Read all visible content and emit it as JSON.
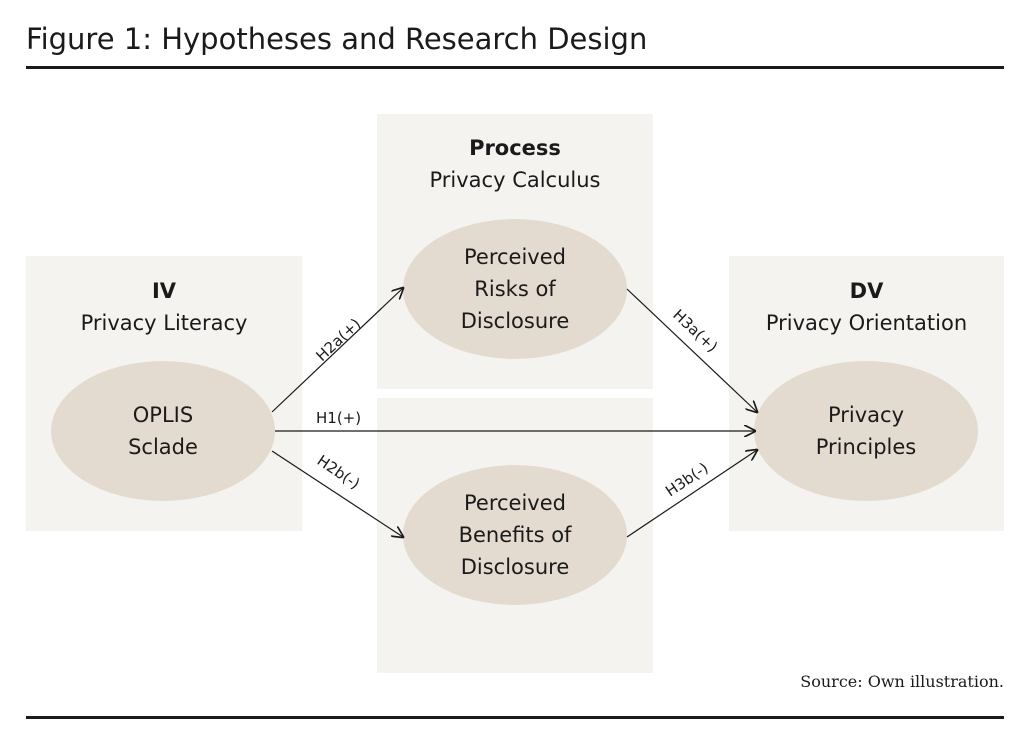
{
  "figure": {
    "title": "Figure 1: Hypotheses and Research Design",
    "source": "Source: Own illustration."
  },
  "panels": {
    "iv": {
      "heading": "IV",
      "subheading": "Privacy Literacy"
    },
    "process": {
      "heading": "Process",
      "subheading": "Privacy Calculus"
    },
    "dv": {
      "heading": "DV",
      "subheading": "Privacy Orientation"
    }
  },
  "nodes": {
    "oplis": {
      "lines": [
        "OPLIS",
        "Sclade"
      ]
    },
    "risks": {
      "lines": [
        "Perceived",
        "Risks of",
        "Disclosure"
      ]
    },
    "benefits": {
      "lines": [
        "Perceived",
        "Benefits of",
        "Disclosure"
      ]
    },
    "principles": {
      "lines": [
        "Privacy",
        "Principles"
      ]
    }
  },
  "edges": {
    "h1": {
      "from": "oplis",
      "to": "principles",
      "label": "H1(+)"
    },
    "h2a": {
      "from": "oplis",
      "to": "risks",
      "label": "H2a(+)"
    },
    "h2b": {
      "from": "oplis",
      "to": "benefits",
      "label": "H2b(-)"
    },
    "h3a": {
      "from": "risks",
      "to": "principles",
      "label": "H3a(+)"
    },
    "h3b": {
      "from": "benefits",
      "to": "principles",
      "label": "H3b(-)"
    }
  }
}
